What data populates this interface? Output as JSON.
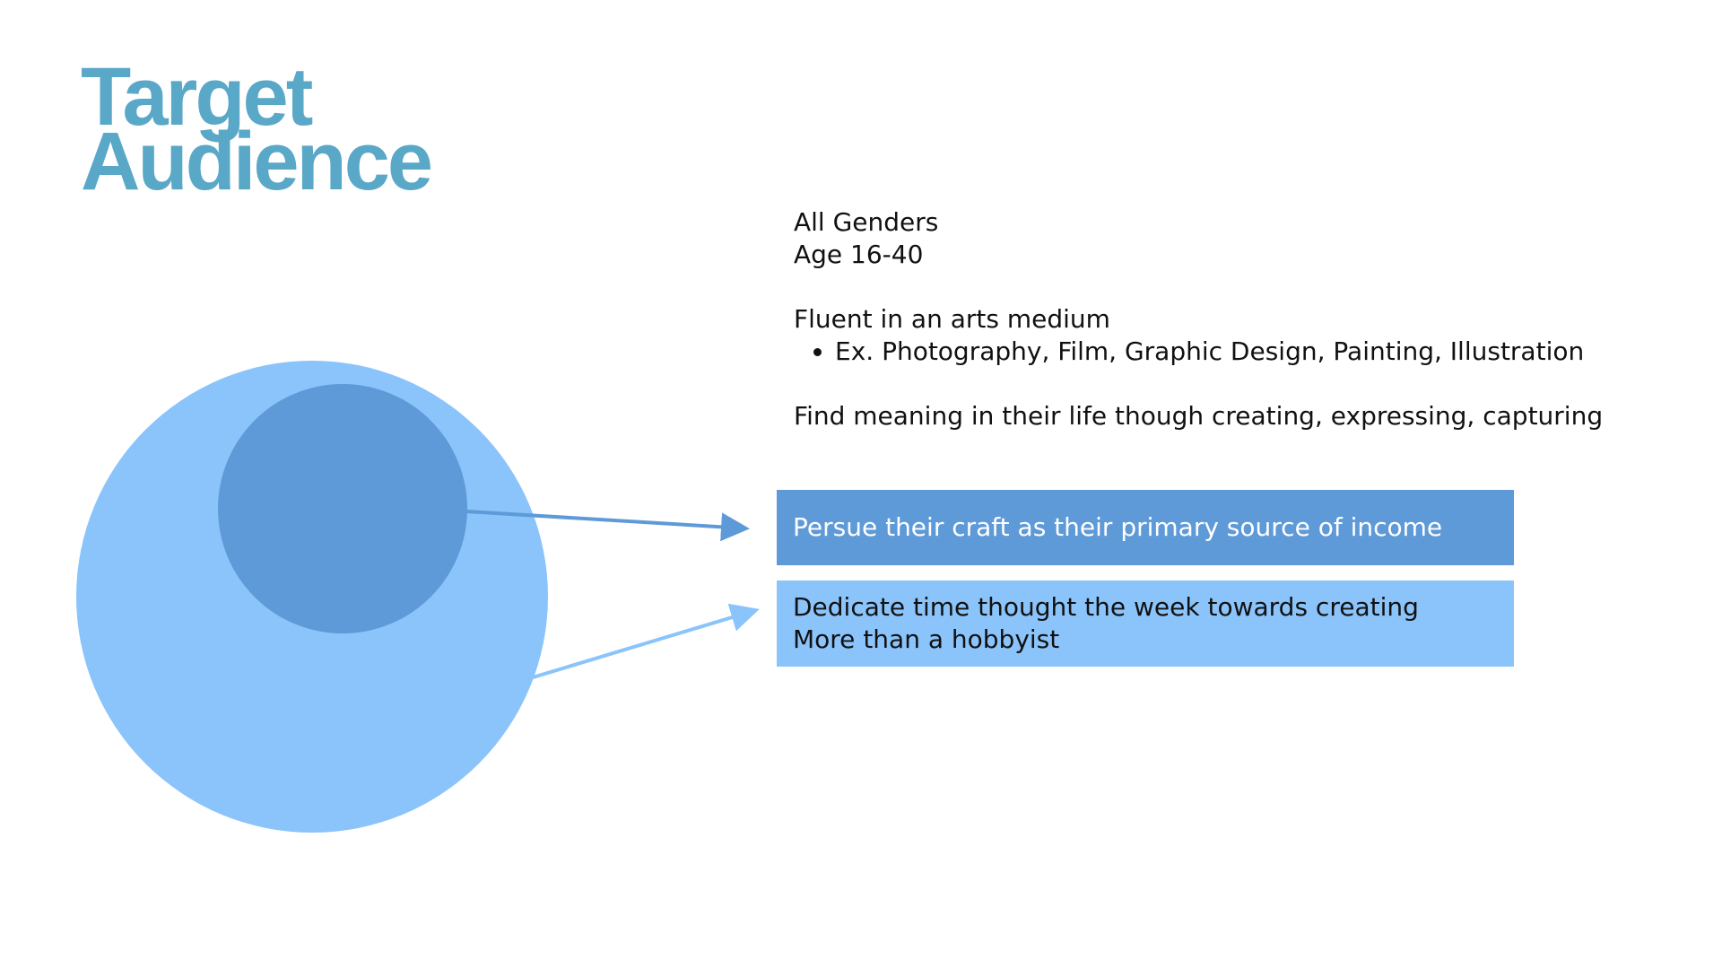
{
  "title": {
    "line1": "Target",
    "line2": "Audience"
  },
  "colors": {
    "title": "#5aa8c8",
    "outer_circle": "#8bc4fb",
    "inner_circle": "#5e9ad8",
    "primary_box": "#5e9ad8",
    "secondary_box": "#8bc4fb"
  },
  "demographics": {
    "gender": "All Genders",
    "age": "Age 16-40",
    "medium_heading": "Fluent in an arts medium",
    "medium_examples": [
      "Ex. Photography, Film, Graphic Design, Painting, Illustration"
    ],
    "meaning": "Find meaning in their life though creating, expressing, capturing"
  },
  "segments": {
    "professional": {
      "text": "Persue their craft as their primary source of income"
    },
    "dedicated": {
      "line1": "Dedicate time thought the week towards creating",
      "line2": "More than a hobbyist"
    }
  }
}
